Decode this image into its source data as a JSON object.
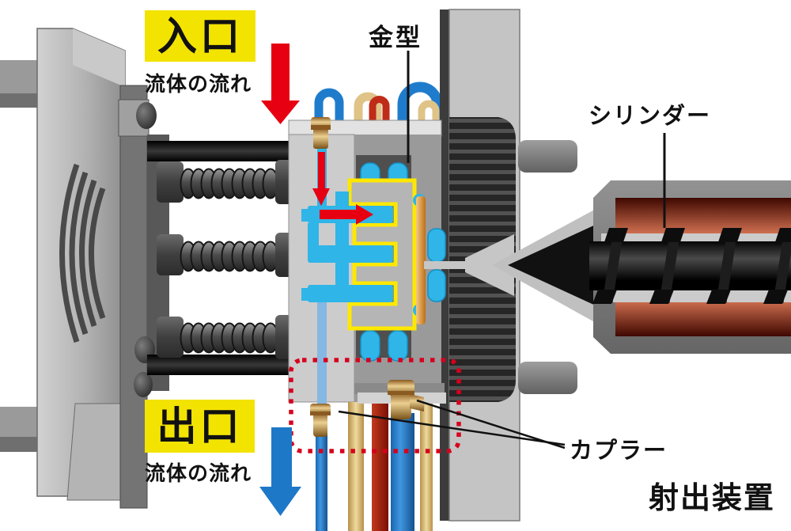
{
  "diagram": {
    "inlet": {
      "title": "入口",
      "caption": "流体の流れ"
    },
    "outlet": {
      "title": "出口",
      "caption": "流体の流れ"
    },
    "mold_label": "金型",
    "cylinder_label": "シリンダー",
    "coupler_label": "カプラー",
    "unit_label": "射出装置"
  },
  "colors": {
    "label_bg": "#f3e300",
    "flow_in_arrow": "#e60012",
    "flow_out_arrow": "#1e78c8",
    "coolant": "#2fb5e8",
    "mold_cavity_outline": "#ffe800",
    "heater_band": "#b0442a",
    "highlight_box": "#d6001c",
    "hose_blue": "#1f7ccc",
    "hose_tan": "#dfc387",
    "hose_red": "#b01e0e",
    "brass_coupler": "#d8b060"
  }
}
